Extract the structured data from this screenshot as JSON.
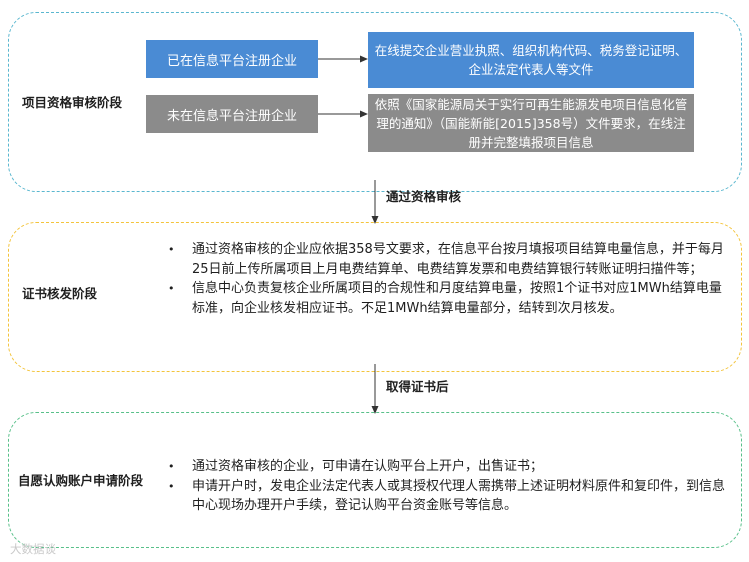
{
  "stage1": {
    "title": "项目资格审核阶段",
    "registered": {
      "label": "已在信息平台注册企业",
      "action": "在线提交企业营业执照、组织机构代码、税务登记证明、企业法定代表人等文件"
    },
    "unregistered": {
      "label": "未在信息平台注册企业",
      "action": "依照《国家能源局关于实行可再生能源发电项目信息化管理的通知》（国能新能[2015]358号）文件要求，在线注册并完整填报项目信息"
    }
  },
  "connector1": {
    "label": "通过资格审核"
  },
  "stage2": {
    "title": "证书核发阶段",
    "bullets": [
      "通过资格审核的企业应依据358号文要求，在信息平台按月填报项目结算电量信息，并于每月25日前上传所属项目上月电费结算单、电费结算发票和电费结算银行转账证明扫描件等；",
      "信息中心负责复核企业所属项目的合规性和月度结算电量，按照1个证书对应1MWh结算电量标准，向企业核发相应证书。不足1MWh结算电量部分，结转到次月核发。"
    ]
  },
  "connector2": {
    "label": "取得证书后"
  },
  "stage3": {
    "title": "自愿认购账户申请阶段",
    "bullets": [
      "通过资格审核的企业，可申请在认购平台上开户，出售证书；",
      "申请开户时，发电企业法定代表人或其授权代理人需携带上述证明材料原件和复印件，到信息中心现场办理开户手续，登记认购平台资金账号等信息。"
    ]
  },
  "watermark": "大数据谈",
  "colors": {
    "stage1_border": "#5ab7cf",
    "stage2_border": "#f3c43c",
    "stage3_border": "#58c089",
    "registered_fill": "#4a8bd4",
    "unregistered_fill": "#8b8b8b"
  }
}
